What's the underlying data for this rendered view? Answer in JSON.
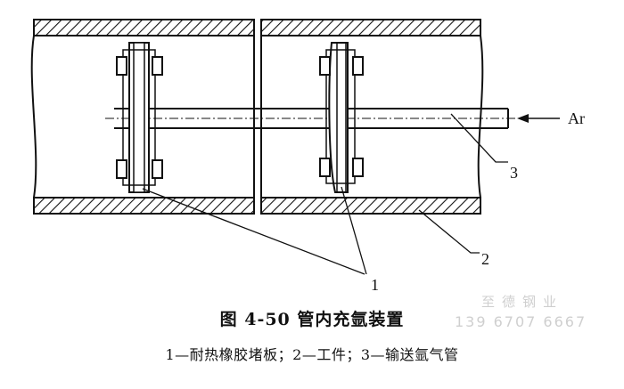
{
  "diagram": {
    "labels": {
      "gas": "Ar",
      "callout_1": "1",
      "callout_2": "2",
      "callout_3": "3"
    }
  },
  "caption": {
    "title": "图 4-50   管内充氩装置",
    "legend": "1—耐热橡胶堵板；2—工件；3—输送氩气管"
  },
  "watermark": {
    "line1": "至德钢业",
    "line2": "139 6707 6667"
  }
}
